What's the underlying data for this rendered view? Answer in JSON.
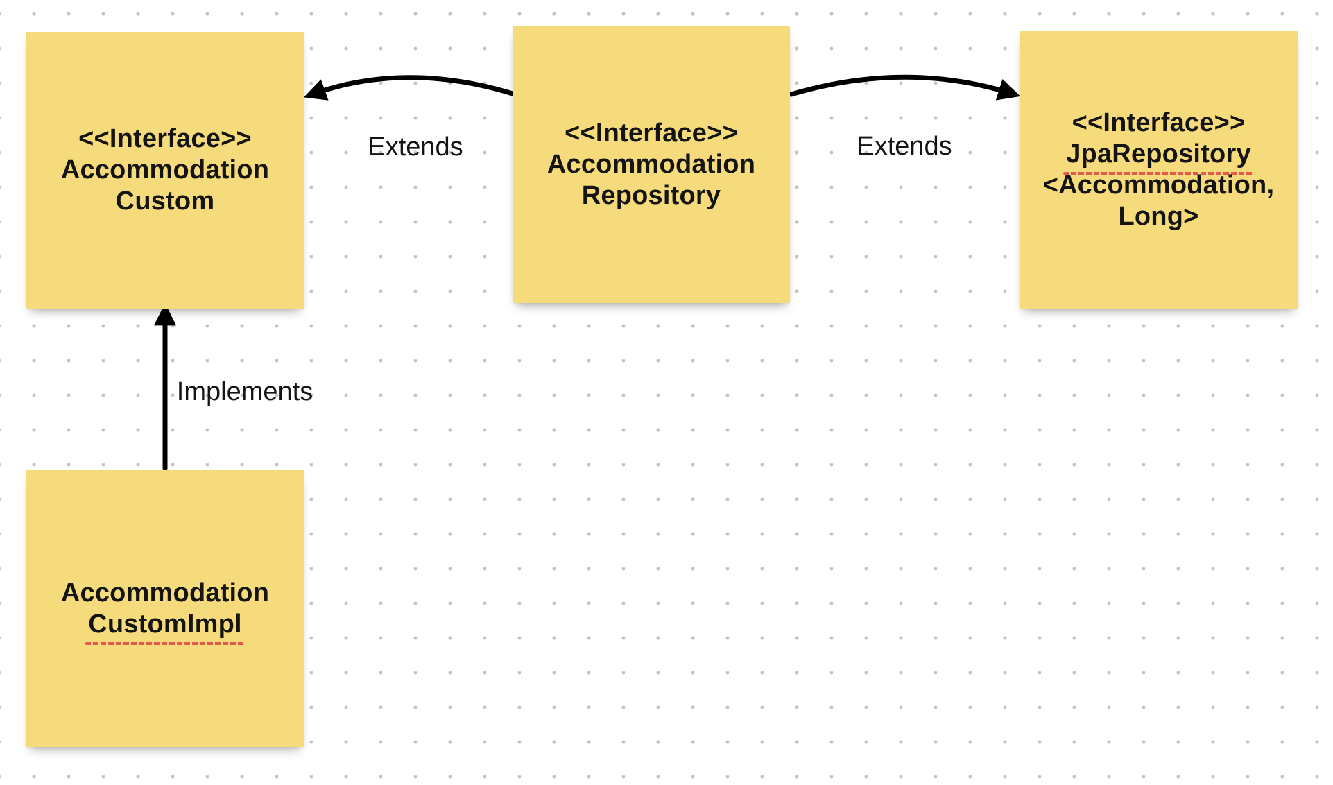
{
  "diagram": {
    "notes": {
      "custom": {
        "line1": "<<Interface>>",
        "line2": "Accommodation",
        "line3": "Custom"
      },
      "repository": {
        "line1": "<<Interface>>",
        "line2": "Accommodation",
        "line3": "Repository"
      },
      "jpa": {
        "line1": "<<Interface>>",
        "line2": "JpaRepository",
        "line3": "<Accommodation,",
        "line4": "Long>"
      },
      "impl": {
        "line1": "Accommodation",
        "line2": "CustomImpl"
      }
    },
    "labels": {
      "extends_left": "Extends",
      "extends_right": "Extends",
      "implements": "Implements"
    },
    "colors": {
      "background": "#ffffff",
      "dot_grid": "#c3c3c3",
      "note_fill": "#f6db7c",
      "note_text": "#141414",
      "arrow": "#000000",
      "label_text": "#141414",
      "squiggle": "#e8574d"
    }
  }
}
